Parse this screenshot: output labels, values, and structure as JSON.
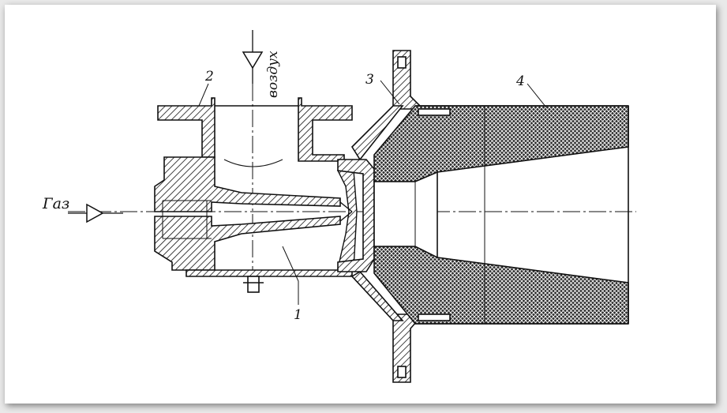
{
  "labels": {
    "air": "воздух",
    "gas": "Газ",
    "part1": "1",
    "part2": "2",
    "part3": "3",
    "part4": "4"
  },
  "colors": {
    "ink": "#111111",
    "paper": "#ffffff"
  }
}
